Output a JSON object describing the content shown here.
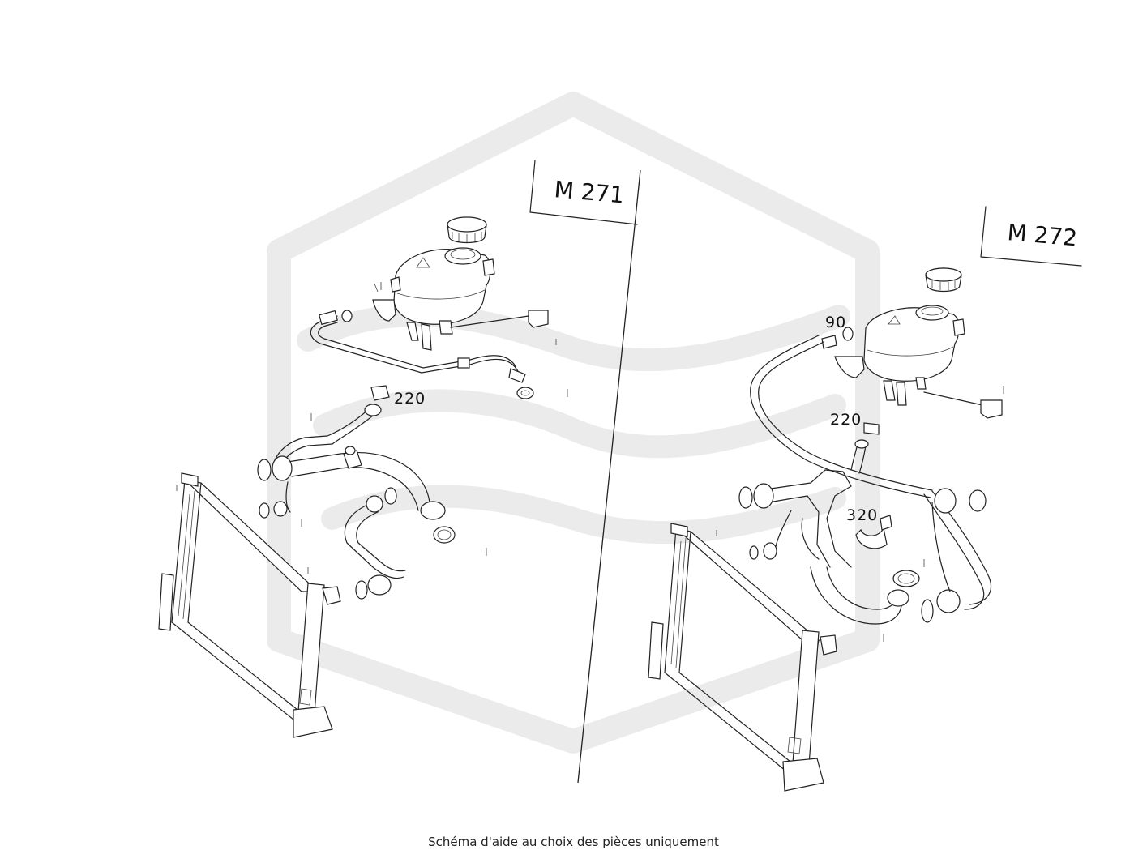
{
  "diagram": {
    "engines": [
      "M 271",
      "M 272"
    ],
    "callouts": [
      "220",
      "220",
      "90",
      "320"
    ],
    "caption": "Schéma d'aide au choix des pièces uniquement",
    "watermark_color": "#ebebeb"
  }
}
